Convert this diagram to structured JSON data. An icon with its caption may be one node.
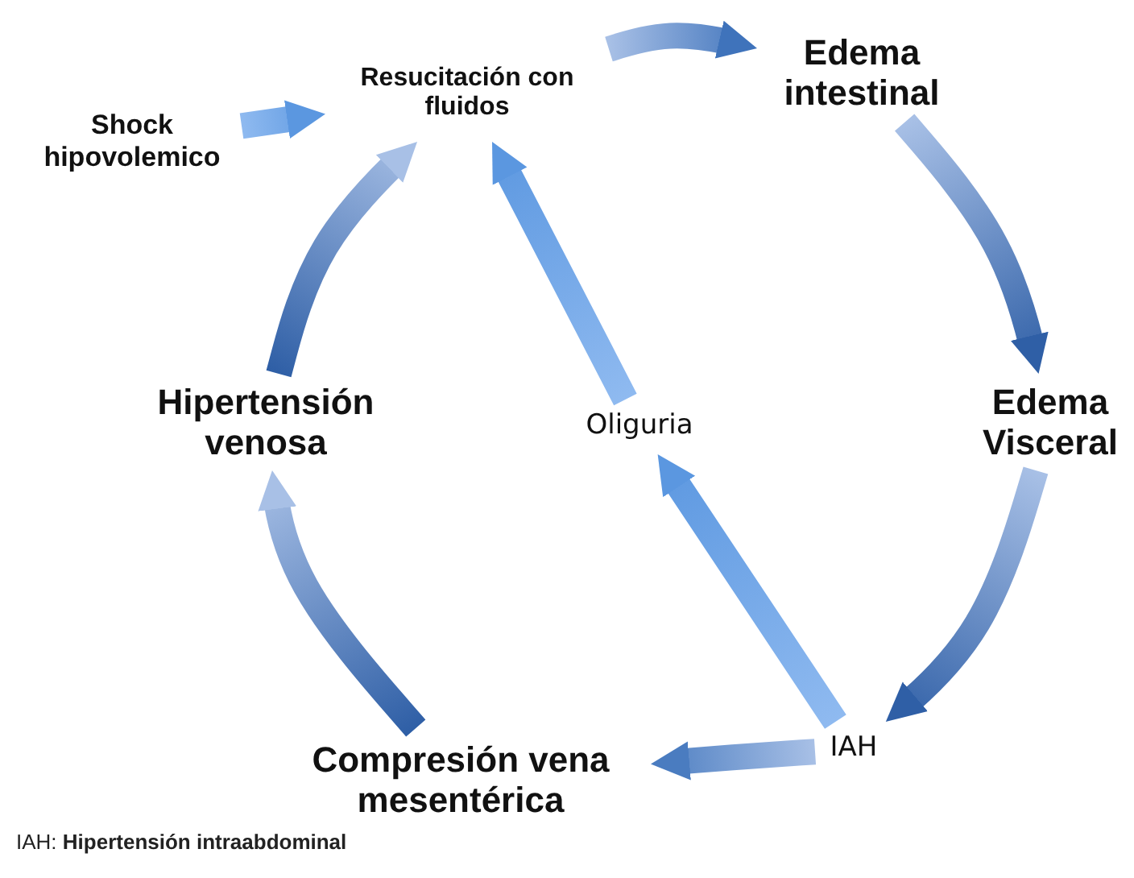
{
  "diagram": {
    "nodes": [
      {
        "text": [
          "Shock hipovolemico"
        ]
      },
      {
        "text": [
          "Resucitación con fluidos"
        ]
      },
      {
        "text": [
          "Edema intestinal"
        ]
      },
      {
        "text": [
          "Edema Visceral"
        ]
      },
      {
        "text": [
          "IAH"
        ]
      },
      {
        "text": [
          "Compresión vena mesentérica"
        ]
      },
      {
        "text": [
          "Hipertensión venosa"
        ]
      },
      {
        "text": [
          "Oliguria"
        ]
      }
    ],
    "edges": [
      {
        "from": 0,
        "to": 1,
        "arrow": "to"
      },
      {
        "from": 1,
        "to": 2,
        "arrow": "to"
      },
      {
        "from": 2,
        "to": 3,
        "arrow": "to"
      },
      {
        "from": 3,
        "to": 4,
        "arrow": "to"
      },
      {
        "from": 4,
        "to": 5,
        "arrow": "to"
      },
      {
        "from": 5,
        "to": 6,
        "arrow": "to"
      },
      {
        "from": 6,
        "to": 1,
        "arrow": "to"
      },
      {
        "from": 4,
        "to": 7,
        "arrow": "to"
      },
      {
        "from": 7,
        "to": 1,
        "arrow": "to"
      }
    ],
    "labels": [
      "IAH: **Hipertensión intraabdominal**"
    ]
  }
}
